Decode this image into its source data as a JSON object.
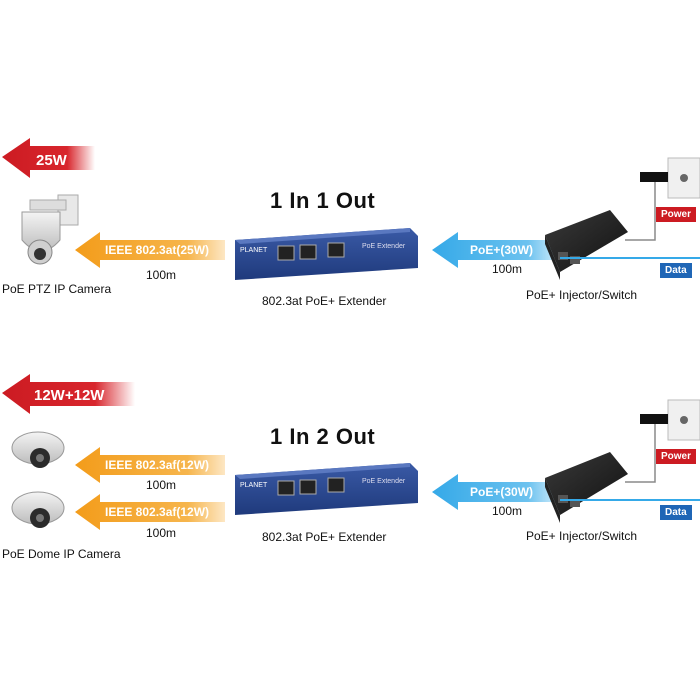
{
  "colors": {
    "power_red": "#cc1b22",
    "orange_arrow": "#f39c1a",
    "blue_arrow": "#35a9e8",
    "data_blue": "#1f66b6",
    "device_blue": "#233f83"
  },
  "top": {
    "title": "1 In 1 Out",
    "watt_label": "25W",
    "left_arrow_label": "IEEE 802.3at(25W)",
    "left_distance": "100m",
    "right_arrow_label": "PoE+(30W)",
    "right_distance": "100m",
    "camera_caption": "PoE PTZ IP Camera",
    "extender_caption": "802.3at PoE+ Extender",
    "injector_caption": "PoE+ Injector/Switch",
    "power_badge": "Power",
    "data_badge": "Data",
    "camera_icon": "ptz-camera-icon"
  },
  "bottom": {
    "title": "1 In 2 Out",
    "watt_label": "12W+12W",
    "left_arrow_label_1": "IEEE 802.3af(12W)",
    "left_distance_1": "100m",
    "left_arrow_label_2": "IEEE 802.3af(12W)",
    "left_distance_2": "100m",
    "right_arrow_label": "PoE+(30W)",
    "right_distance": "100m",
    "camera_caption": "PoE Dome IP Camera",
    "extender_caption": "802.3at PoE+ Extender",
    "injector_caption": "PoE+ Injector/Switch",
    "power_badge": "Power",
    "data_badge": "Data",
    "camera_icon": "dome-camera-icon"
  }
}
